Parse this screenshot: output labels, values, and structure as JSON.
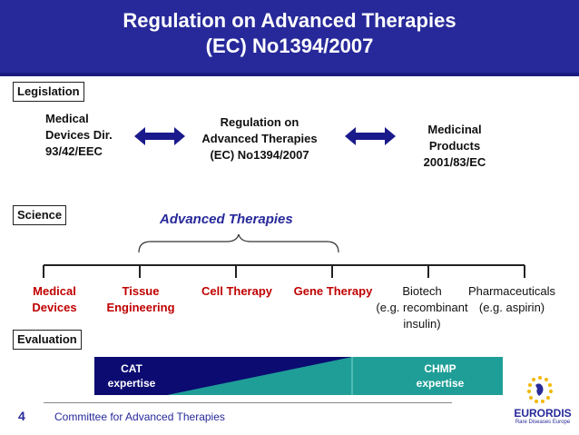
{
  "title": {
    "line1": "Regulation on Advanced Therapies",
    "line2": "(EC) No1394/2007"
  },
  "legislation": {
    "label": "Legislation",
    "left": [
      "Medical",
      "Devices Dir.",
      "93/42/EEC"
    ],
    "center": [
      "Regulation  on",
      "Advanced Therapies",
      "(EC) No1394/2007"
    ],
    "right": [
      "Medicinal",
      "Products",
      "2001/83/EC"
    ]
  },
  "science": {
    "label": "Science",
    "brace_label": "Advanced Therapies",
    "items": {
      "medical_devices": [
        "Medical",
        "Devices"
      ],
      "tissue_engineering": [
        "Tissue",
        "Engineering"
      ],
      "cell_therapy": "Cell Therapy",
      "gene_therapy": "Gene Therapy",
      "biotech": [
        "Biotech",
        "(e.g. recombinant",
        "insulin)"
      ],
      "pharmaceuticals": [
        "Pharmaceuticals",
        "(e.g. aspirin)"
      ]
    }
  },
  "evaluation": {
    "label": "Evaluation",
    "cat": [
      "CAT",
      "expertise"
    ],
    "chmp": [
      "CHMP",
      "expertise"
    ]
  },
  "footer": {
    "page_number": "4",
    "text": "Committee for Advanced Therapies"
  },
  "logo": {
    "name": "EURORDIS",
    "subtitle": "Rare Diseases Europe"
  },
  "colors": {
    "title_bg": "#27299a",
    "arrow": "#1a1a8c",
    "science_red": "#c00000",
    "cat_blue": "#0b0b72",
    "chmp_teal": "#1f9e97",
    "logo_yellow": "#f2b705"
  }
}
